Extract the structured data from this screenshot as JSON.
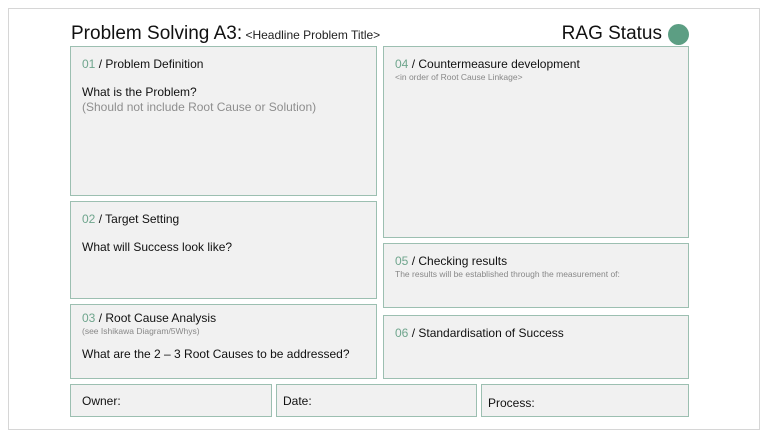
{
  "header": {
    "title": "Problem Solving A3",
    "title_separator": ":",
    "subtitle": " <Headline Problem Title>",
    "rag_label": "RAG Status",
    "rag_color": "#5c9e83"
  },
  "sections": [
    {
      "num": "01",
      "sep": " / ",
      "title": "Problem Definition",
      "note": "",
      "question": "What is the Problem?",
      "hint": "(Should not include Root Cause or Solution)"
    },
    {
      "num": "02",
      "sep": " / ",
      "title": "Target Setting",
      "note": "",
      "question": "What will Success look like?",
      "hint": ""
    },
    {
      "num": "03",
      "sep": " / ",
      "title": "Root Cause Analysis",
      "note": "(see Ishikawa Diagram/5Whys)",
      "question": "What are the 2 – 3 Root Causes to be addressed?",
      "hint": ""
    },
    {
      "num": "04",
      "sep": " / ",
      "title": "Countermeasure development",
      "note": "<in order of Root Cause Linkage>",
      "question": "",
      "hint": ""
    },
    {
      "num": "05",
      "sep": " / ",
      "title": "Checking results",
      "note": "The results will be established through the measurement of:",
      "question": "",
      "hint": ""
    },
    {
      "num": "06",
      "sep": " / ",
      "title": "Standardisation of Success",
      "note": "",
      "question": "",
      "hint": ""
    }
  ],
  "footer": {
    "owner_label": "Owner:",
    "date_label": "Date:",
    "process_label": "Process:"
  },
  "colors": {
    "accent": "#6fa58d",
    "box_border": "#9cbfb1",
    "box_fill": "#f1f1f1"
  }
}
